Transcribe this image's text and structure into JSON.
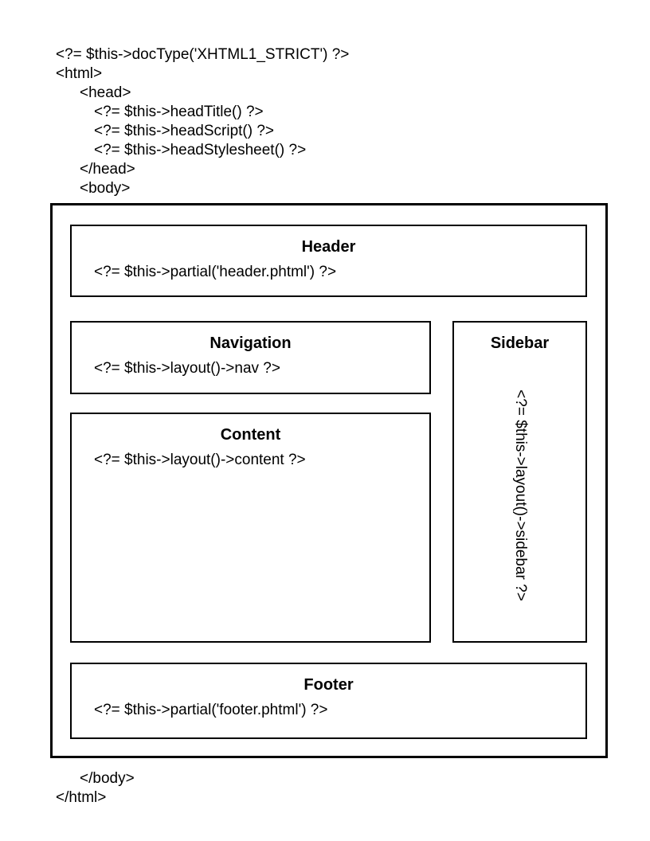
{
  "colors": {
    "background": "#ffffff",
    "line": "#000000",
    "text": "#000000"
  },
  "code": {
    "top": [
      "<?= $this->docType('XHTML1_STRICT') ?>",
      "<html>",
      "<head>",
      "<?= $this->headTitle() ?>",
      "<?= $this->headScript() ?>",
      "<?= $this->headStylesheet() ?>",
      "</head>",
      "<body>"
    ],
    "bottom": [
      "</body>",
      "</html>"
    ]
  },
  "boxes": {
    "header": {
      "title": "Header",
      "code": "<?= $this->partial('header.phtml') ?>"
    },
    "navigation": {
      "title": "Navigation",
      "code": "<?= $this->layout()->nav ?>"
    },
    "content": {
      "title": "Content",
      "code": "<?= $this->layout()->content ?>"
    },
    "sidebar": {
      "title": "Sidebar",
      "code": "<?= $this->layout()->sidebar ?>"
    },
    "footer": {
      "title": "Footer",
      "code": "<?= $this->partial('footer.phtml') ?>"
    }
  }
}
